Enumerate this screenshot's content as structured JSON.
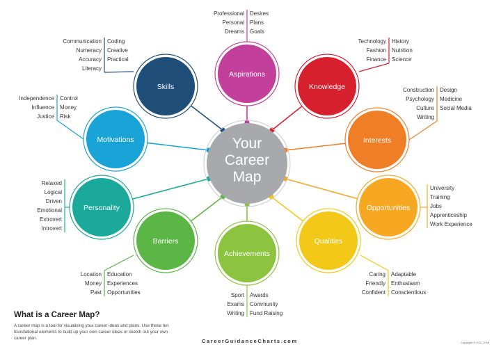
{
  "center": {
    "lines": [
      "Your",
      "Career",
      "Map"
    ],
    "color": "#a7a9ac"
  },
  "nodes": [
    {
      "id": "skills",
      "label": "Skills",
      "color": "#1f4e79",
      "left": [
        "Communication",
        "Numeracy",
        "Accuracy",
        "Literacy"
      ],
      "right": [
        "Coding",
        "Creative",
        "Practical"
      ]
    },
    {
      "id": "aspirations",
      "label": "Aspirations",
      "color": "#c2409b",
      "left": [
        "Professional",
        "Personal",
        "Dreams"
      ],
      "right": [
        "Desires",
        "Plans",
        "Goals"
      ]
    },
    {
      "id": "knowledge",
      "label": "Knowledge",
      "color": "#d7202e",
      "left": [
        "Technology",
        "Fashion",
        "Finance"
      ],
      "right": [
        "History",
        "Nutrition",
        "Science"
      ]
    },
    {
      "id": "interests",
      "label": "Interests",
      "color": "#f07e26",
      "left": [
        "Construction",
        "Psychology",
        "Culture",
        "Writing"
      ],
      "right": [
        "Design",
        "Medicine",
        "Social Media"
      ]
    },
    {
      "id": "opportunities",
      "label": "Opportunities",
      "color": "#f7a823",
      "left": [],
      "right": [
        "University",
        "Training",
        "Jobs",
        "Apprenticeship",
        "Work Experience"
      ]
    },
    {
      "id": "qualities",
      "label": "Qualities",
      "color": "#f2c918",
      "left": [
        "Caring",
        "Friendly",
        "Confident"
      ],
      "right": [
        "Adaptable",
        "Enthusiasm",
        "Conscientious"
      ]
    },
    {
      "id": "achievements",
      "label": "Achievements",
      "color": "#8cc43f",
      "left": [
        "Sport",
        "Exams",
        "Writing"
      ],
      "right": [
        "Awards",
        "Community",
        "Fund Raising"
      ]
    },
    {
      "id": "barriers",
      "label": "Barriers",
      "color": "#5cb645",
      "left": [
        "Location",
        "Money",
        "Past"
      ],
      "right": [
        "Education",
        "Experiences",
        "Opportunities"
      ]
    },
    {
      "id": "personality",
      "label": "Personality",
      "color": "#1aa99b",
      "left": [
        "Relaxed",
        "Logical",
        "Driven",
        "Emotional",
        "Extrovert",
        "Introvert"
      ],
      "right": []
    },
    {
      "id": "motivations",
      "label": "Motivations",
      "color": "#1aa3d6",
      "left": [
        "Independence",
        "Influence",
        "Justice"
      ],
      "right": [
        "Control",
        "Money",
        "Risk"
      ]
    }
  ],
  "footer": {
    "title": "What is a Career Map?",
    "description": "A career map is a tool for visualising your career ideas and plans. Use these ten foundational elements to build up your own career ideas or sketch out your own career plan.",
    "brand": "CareerGuidanceCharts.com",
    "copyright": "Copyright © CGC 2016"
  }
}
